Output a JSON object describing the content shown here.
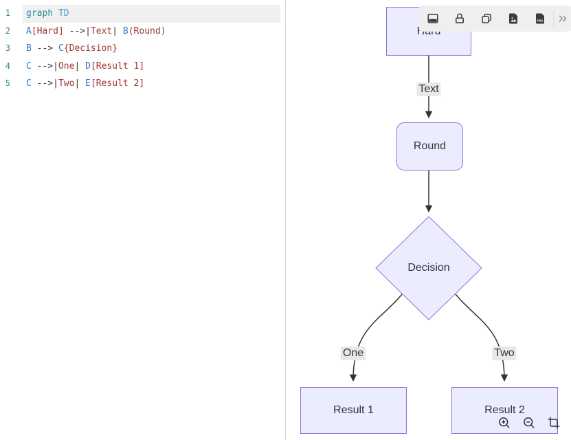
{
  "editor": {
    "lines": [
      {
        "n": "1",
        "active": true,
        "tokens": [
          {
            "t": "graph",
            "c": "kw"
          },
          {
            "t": " ",
            "c": "pl"
          },
          {
            "t": "TD",
            "c": "ty"
          }
        ]
      },
      {
        "n": "2",
        "active": false,
        "tokens": [
          {
            "t": "A",
            "c": "id"
          },
          {
            "t": "[Hard]",
            "c": "st"
          },
          {
            "t": " -->",
            "c": "op"
          },
          {
            "t": "|",
            "c": "op"
          },
          {
            "t": "Text",
            "c": "st"
          },
          {
            "t": "|",
            "c": "op"
          },
          {
            "t": " ",
            "c": "pl"
          },
          {
            "t": "B",
            "c": "id"
          },
          {
            "t": "(Round)",
            "c": "st"
          }
        ]
      },
      {
        "n": "3",
        "active": false,
        "tokens": [
          {
            "t": "B",
            "c": "id"
          },
          {
            "t": " --> ",
            "c": "op"
          },
          {
            "t": "C",
            "c": "id"
          },
          {
            "t": "{Decision}",
            "c": "st"
          }
        ]
      },
      {
        "n": "4",
        "active": false,
        "tokens": [
          {
            "t": "C",
            "c": "id"
          },
          {
            "t": " -->",
            "c": "op"
          },
          {
            "t": "|",
            "c": "op"
          },
          {
            "t": "One",
            "c": "st"
          },
          {
            "t": "|",
            "c": "op"
          },
          {
            "t": " ",
            "c": "pl"
          },
          {
            "t": "D",
            "c": "id"
          },
          {
            "t": "[Result 1]",
            "c": "st"
          }
        ]
      },
      {
        "n": "5",
        "active": false,
        "tokens": [
          {
            "t": "C",
            "c": "id"
          },
          {
            "t": " -->",
            "c": "op"
          },
          {
            "t": "|",
            "c": "op"
          },
          {
            "t": "Two",
            "c": "st"
          },
          {
            "t": "|",
            "c": "op"
          },
          {
            "t": " ",
            "c": "pl"
          },
          {
            "t": "E",
            "c": "id"
          },
          {
            "t": "[Result 2]",
            "c": "st"
          }
        ]
      }
    ]
  },
  "toolbar": {
    "icons": [
      "panel-bottom-icon",
      "lock-icon",
      "copy-icon",
      "export-image-icon",
      "export-png-icon",
      "chevrons-right-icon"
    ],
    "png_badge": "PNG"
  },
  "diagram": {
    "nodes": {
      "hard": "Hard",
      "round": "Round",
      "decision": "Decision",
      "result1": "Result 1",
      "result2": "Result 2"
    },
    "edge_labels": {
      "text": "Text",
      "one": "One",
      "two": "Two"
    },
    "colors": {
      "node_fill": "#ECECFF",
      "node_border": "#9370DB",
      "edge": "#333333",
      "edge_label_bg": "#e8e8e8"
    }
  },
  "zoom_controls": {
    "icons": [
      "zoom-in-icon",
      "zoom-out-icon",
      "crop-icon"
    ]
  }
}
